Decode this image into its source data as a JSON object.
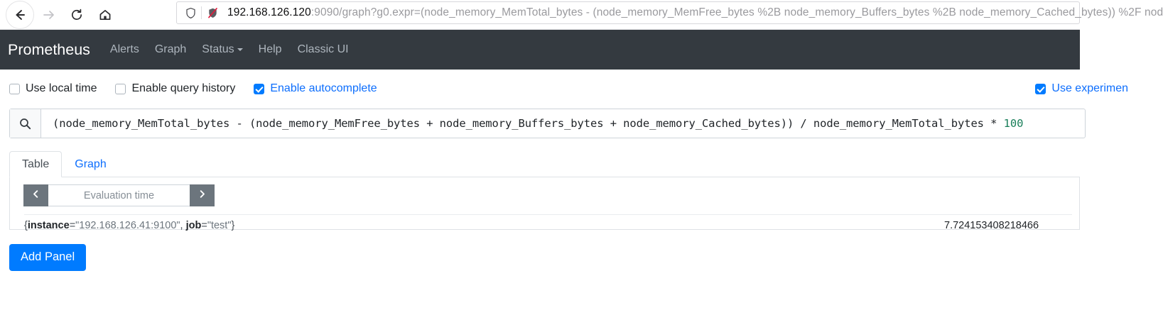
{
  "browser": {
    "back_icon": "back-arrow-icon",
    "forward_icon": "forward-arrow-icon",
    "reload_icon": "reload-icon",
    "home_icon": "home-icon",
    "shield_icon": "shield-icon",
    "tracking_blocked_icon": "tracking-protection-off-icon",
    "url_host": "192.168.126.120",
    "url_rest": ":9090/graph?g0.expr=(node_memory_MemTotal_bytes - (node_memory_MemFree_bytes %2B node_memory_Buffers_bytes %2B node_memory_Cached_bytes)) %2F nod"
  },
  "navbar": {
    "brand": "Prometheus",
    "links": [
      {
        "label": "Alerts",
        "caret": false
      },
      {
        "label": "Graph",
        "caret": false
      },
      {
        "label": "Status",
        "caret": true
      },
      {
        "label": "Help",
        "caret": false
      },
      {
        "label": "Classic UI",
        "caret": false
      }
    ]
  },
  "options": {
    "use_local_time": {
      "label": "Use local time",
      "checked": false
    },
    "enable_query_history": {
      "label": "Enable query history",
      "checked": false
    },
    "enable_autocomplete": {
      "label": "Enable autocomplete",
      "checked": true
    },
    "use_experimental": {
      "label": "Use experimen",
      "checked": true
    }
  },
  "query": {
    "search_icon": "search-icon",
    "expression_head": "(node_memory_MemTotal_bytes - (node_memory_MemFree_bytes + node_memory_Buffers_bytes + node_memory_Cached_bytes)) / node_memory_MemTotal_bytes * ",
    "expression_number": "100"
  },
  "tabs": [
    {
      "label": "Table",
      "active": true
    },
    {
      "label": "Graph",
      "active": false
    }
  ],
  "eval_time": {
    "prev_icon": "chevron-left-icon",
    "next_icon": "chevron-right-icon",
    "placeholder": "Evaluation time",
    "value": ""
  },
  "result": {
    "metric_prefix": "{",
    "label1_name": "instance",
    "label1_eq": "=",
    "label1_value": "\"192.168.126.41:9100\"",
    "separator": ", ",
    "label2_name": "job",
    "label2_eq": "=",
    "label2_value": "\"test\"",
    "metric_suffix": "}",
    "value": "7.724153408218466"
  },
  "footer": {
    "add_panel_label": "Add Panel"
  },
  "colors": {
    "navbar_bg": "#343a40",
    "accent_blue": "#007bff",
    "link_blue": "#0d6efd",
    "number_green": "#1a7f5a",
    "muted_gray": "#6c757d"
  }
}
